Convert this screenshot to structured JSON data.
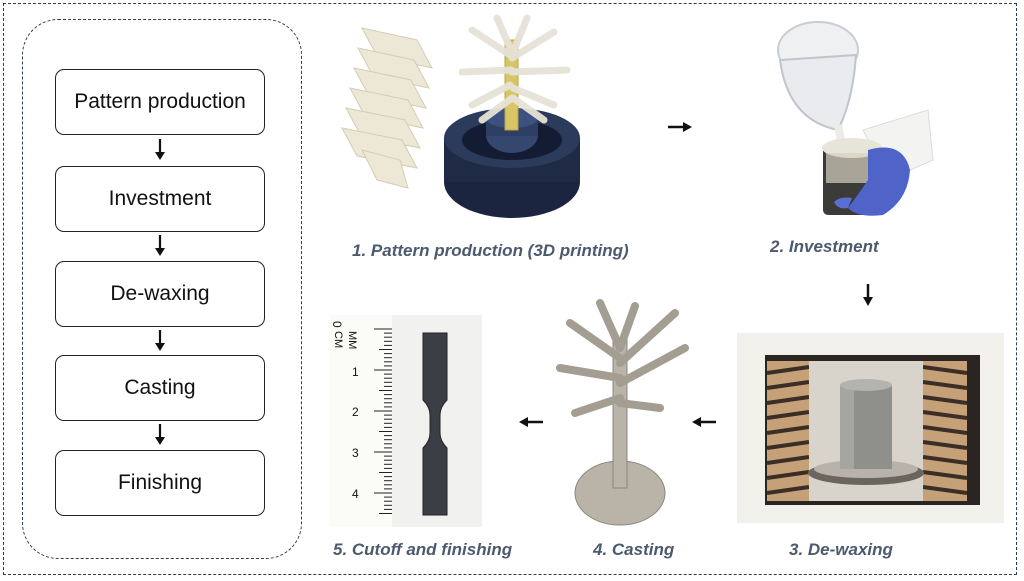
{
  "flowchart": {
    "steps": [
      "Pattern production",
      "Investment",
      "De-waxing",
      "Casting",
      "Finishing"
    ]
  },
  "captions": {
    "step1": "1. Pattern production (3D printing)",
    "step2": "2. Investment",
    "step3": "3. De-waxing",
    "step4": "4. Casting",
    "step5": "5. Cutoff and finishing"
  },
  "ruler": {
    "mm_label": "MM",
    "cm_label": "CM",
    "zero": "0",
    "numbers": [
      "1",
      "2",
      "3",
      "4"
    ]
  },
  "colors": {
    "frame": "#2b3a55",
    "caption": "#4b5a6e",
    "crucible": "#1f2a44",
    "wax": "#d9d3b0",
    "glove": "#4f63c8",
    "metal": "#b9b3a8",
    "furnace_brick": "#c6a177"
  }
}
